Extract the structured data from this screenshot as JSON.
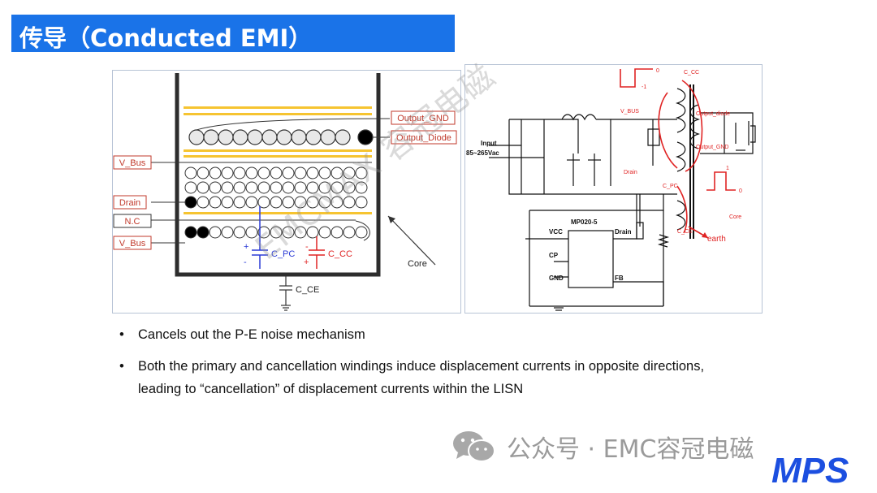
{
  "header": {
    "title": "传导（Conducted EMI）"
  },
  "left_figure": {
    "labels": {
      "output_gnd": "Output_GND",
      "output_diode": "Output_Diode",
      "v_bus_top": "V_Bus",
      "drain": "Drain",
      "nc": "N.C",
      "v_bus_bottom": "V_Bus",
      "c_pc": "C_PC",
      "c_cc": "C_CC",
      "c_ce": "C_CE",
      "core": "Core",
      "plus": "+",
      "minus": "-"
    },
    "colors": {
      "winding_bar": "#f6c431",
      "frame": "#2d2d2d",
      "c_pc": "#2b3bd6",
      "c_cc": "#e02424",
      "label_border": "#c0392b"
    }
  },
  "right_figure": {
    "labels": {
      "input": "Input",
      "input_range": "85~265Vac",
      "v_bus": "V_BUS",
      "drain": "Drain",
      "c_pc": "C_PC",
      "c_cc": "C_CC",
      "c_ce": "C_CE",
      "output_diode": "Output_diode",
      "output_gnd": "Output_GND",
      "core": "Core",
      "earth": "earth",
      "ic_name": "MP020-5",
      "vcc": "VCC",
      "ic_drain": "Drain",
      "cp": "CP",
      "gnd": "GND",
      "fb": "FB",
      "wave_top_zero": "0",
      "wave_top_neg": "-1",
      "wave_right_one": "1",
      "wave_right_zero": "0"
    }
  },
  "bullets": [
    {
      "text": "Cancels out the P-E noise mechanism"
    },
    {
      "text": "Both the primary and cancellation windings induce displacement currents in opposite directions, leading to “cancellation” of displacement currents within the LISN"
    }
  ],
  "watermarks": {
    "diagonal": "EMCMAX 容冠电磁",
    "wechat_account": "公众号 · EMC容冠电磁"
  },
  "logo": {
    "text": "MPS",
    "color": "#1c4fe0"
  }
}
